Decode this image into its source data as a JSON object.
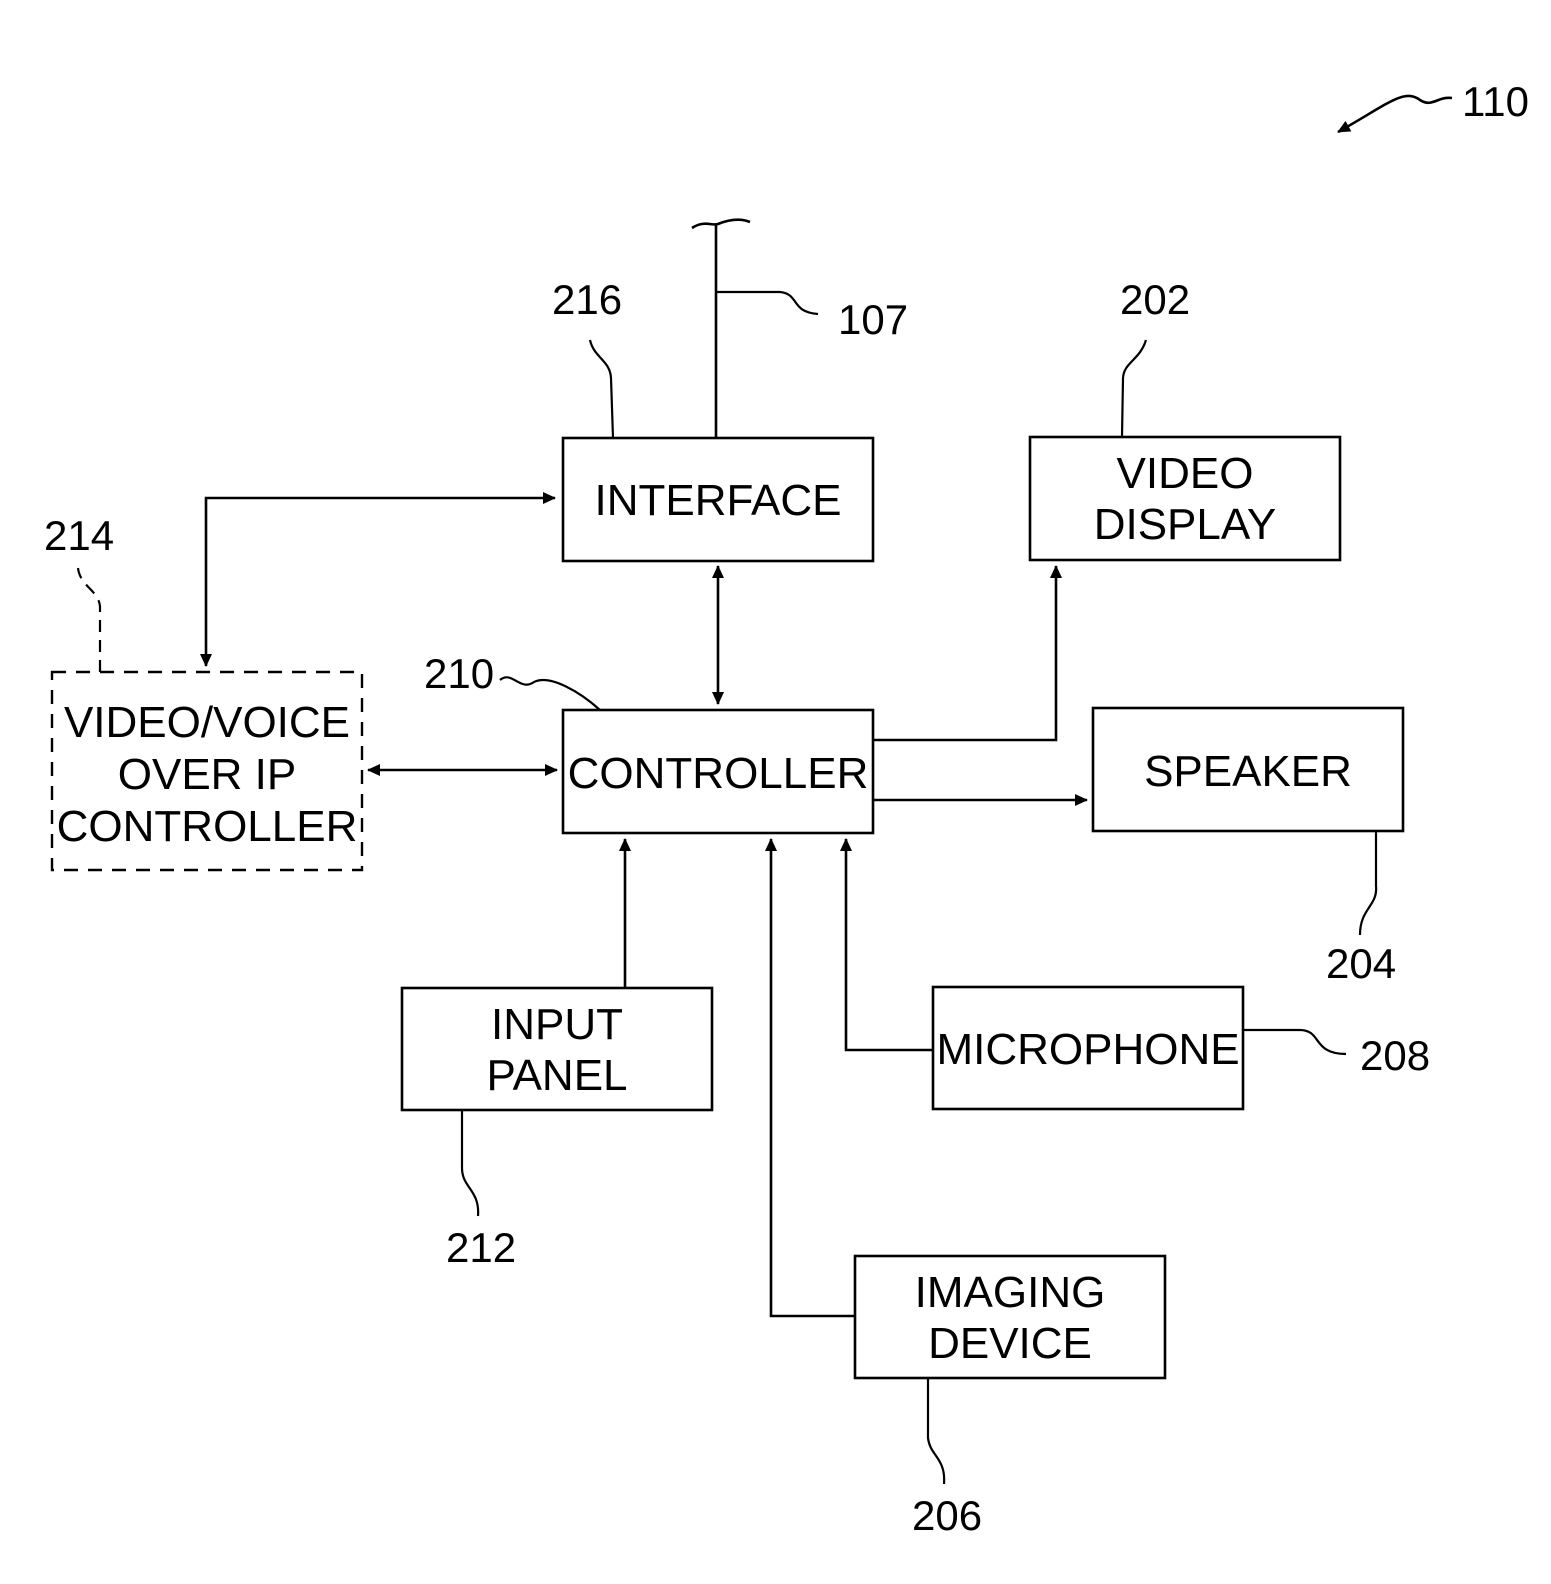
{
  "figure_ref": "110",
  "blocks": {
    "interface": {
      "ref": "216",
      "lines": [
        "INTERFACE"
      ]
    },
    "network_line": {
      "ref": "107"
    },
    "video_display": {
      "ref": "202",
      "lines": [
        "VIDEO",
        "DISPLAY"
      ]
    },
    "vvoip_controller": {
      "ref": "214",
      "lines": [
        "VIDEO/VOICE",
        "OVER IP",
        "CONTROLLER"
      ]
    },
    "controller": {
      "ref": "210",
      "lines": [
        "CONTROLLER"
      ]
    },
    "speaker": {
      "ref": "204",
      "lines": [
        "SPEAKER"
      ]
    },
    "input_panel": {
      "ref": "212",
      "lines": [
        "INPUT",
        "PANEL"
      ]
    },
    "microphone": {
      "ref": "208",
      "lines": [
        "MICROPHONE"
      ]
    },
    "imaging_device": {
      "ref": "206",
      "lines": [
        "IMAGING",
        "DEVICE"
      ]
    }
  }
}
